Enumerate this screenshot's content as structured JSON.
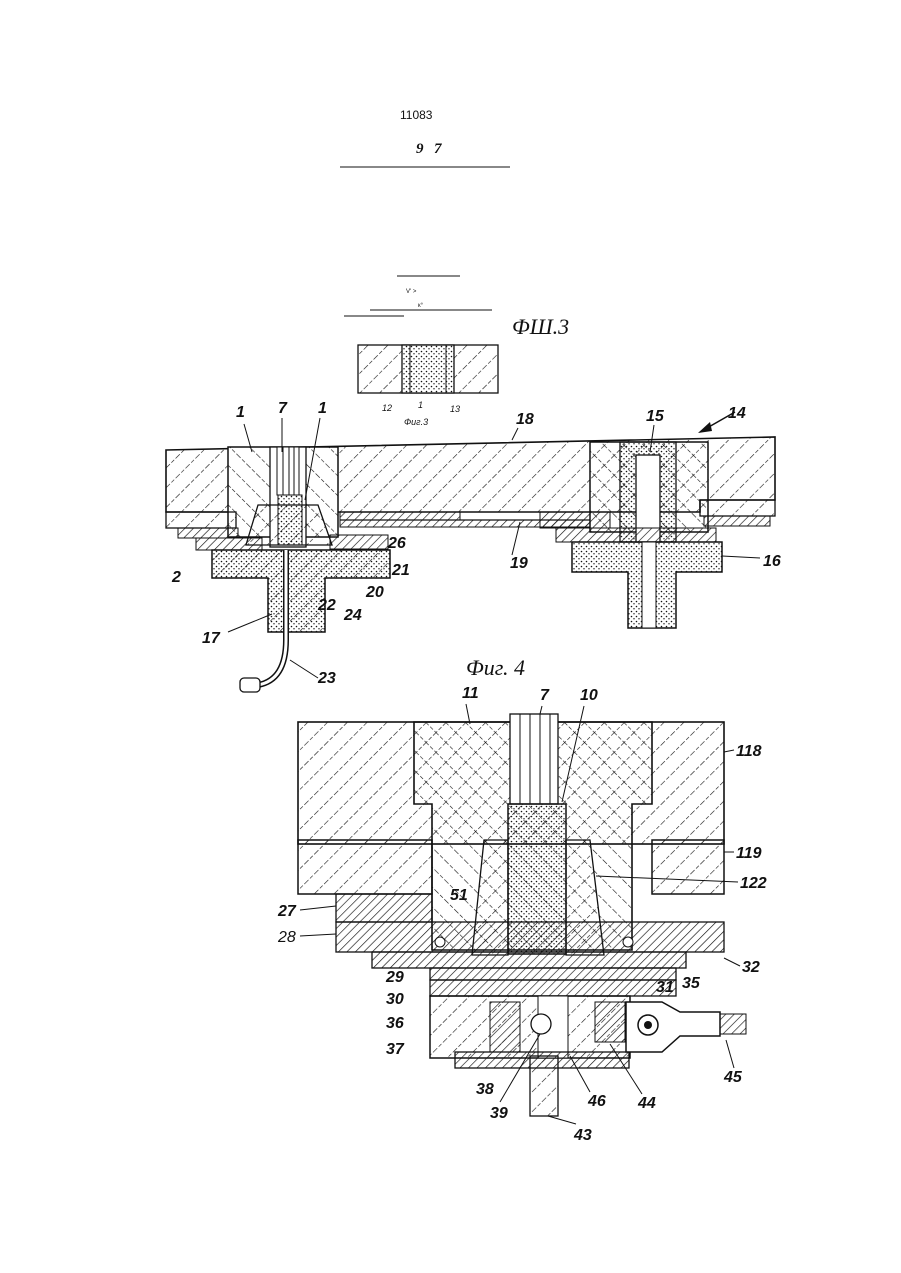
{
  "header": {
    "doc_number": "11083",
    "page_left": "9",
    "page_right": "7"
  },
  "fragment": {
    "small_marks": "V' >",
    "small_marks_2": "к°",
    "sub_caption": "Фиг.3"
  },
  "figures": {
    "fig3_title": "ФШ.3",
    "fig4_title": "Фиг. 4"
  },
  "fig3_labels": [
    "1",
    "7",
    "1",
    "18",
    "15",
    "14",
    "26",
    "21",
    "16",
    "19",
    "2",
    "22",
    "20",
    "24",
    "17",
    "23",
    "12",
    "1",
    "13"
  ],
  "fig4_labels": [
    "11",
    "7",
    "10",
    "118",
    "119",
    "122",
    "27",
    "28",
    "51",
    "32",
    "29",
    "30",
    "31",
    "35",
    "36",
    "37",
    "45",
    "38",
    "39",
    "46",
    "44",
    "43"
  ],
  "colors": {
    "ink": "#111111",
    "paper": "#ffffff"
  }
}
